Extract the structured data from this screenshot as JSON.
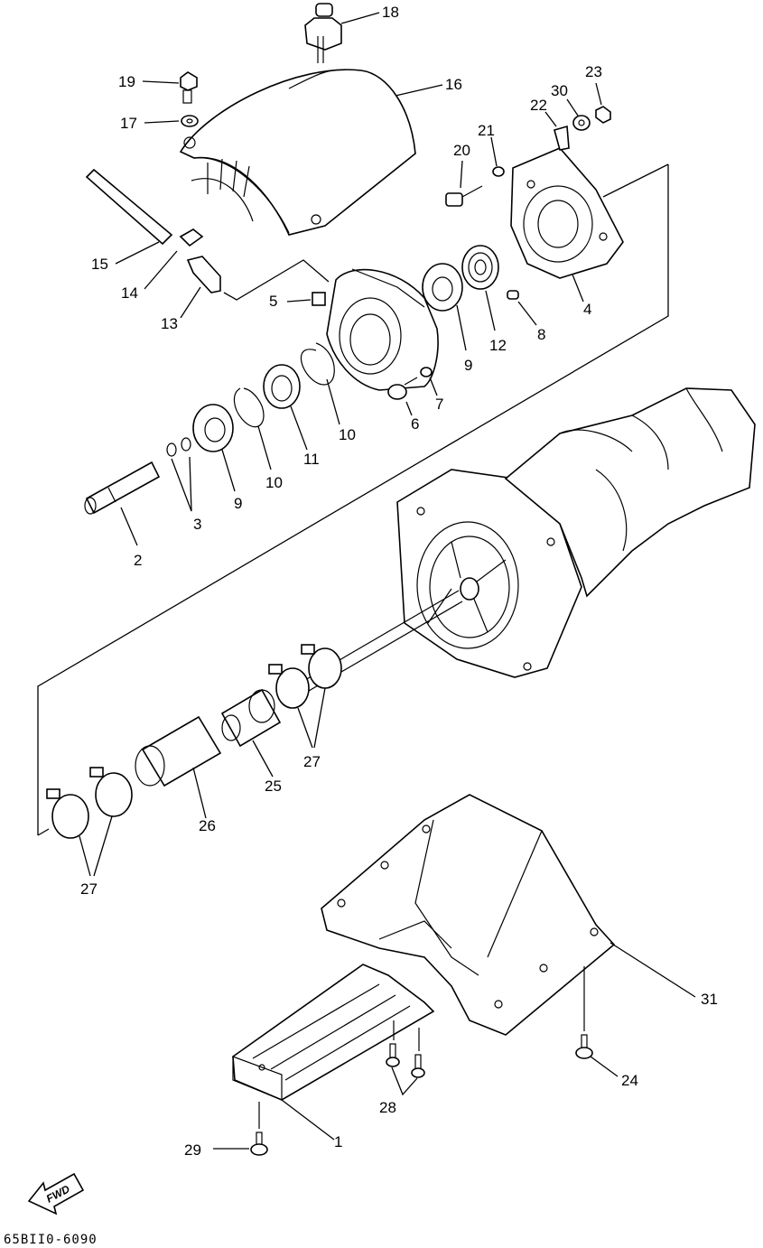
{
  "diagram": {
    "code": "65BII0-6090",
    "fwd_label": "FWD",
    "callouts": {
      "c1": "1",
      "c2": "2",
      "c3": "3",
      "c4": "4",
      "c5": "5",
      "c6": "6",
      "c7": "7",
      "c8": "8",
      "c9a": "9",
      "c9b": "9",
      "c10a": "10",
      "c10b": "10",
      "c11": "11",
      "c12": "12",
      "c13": "13",
      "c14": "14",
      "c15": "15",
      "c16": "16",
      "c17": "17",
      "c18": "18",
      "c19": "19",
      "c20": "20",
      "c21": "21",
      "c22": "22",
      "c23": "23",
      "c24": "24",
      "c25": "25",
      "c26": "26",
      "c27a": "27",
      "c27b": "27",
      "c28": "28",
      "c29": "29",
      "c30": "30",
      "c31": "31"
    }
  }
}
